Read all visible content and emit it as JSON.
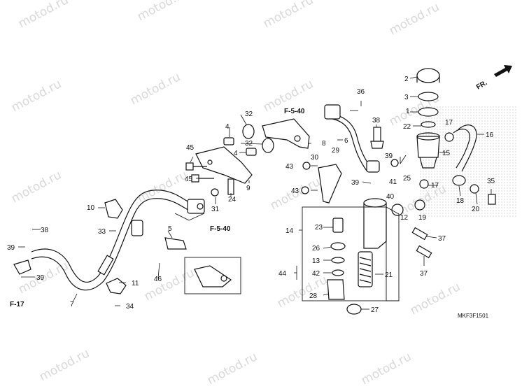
{
  "watermark": "motod.ru",
  "diagram_code": "MKF3F1501",
  "front_marker": "FR.",
  "ref_labels": {
    "f540_top": "F-5-40",
    "f540_mid": "F-5-40",
    "f17": "F-17"
  },
  "callouts": {
    "c1": "1",
    "c2": "2",
    "c3": "3",
    "c4a": "4",
    "c4b": "4",
    "c5": "5",
    "c6": "6",
    "c7": "7",
    "c8": "8",
    "c9": "9",
    "c10": "10",
    "c11": "11",
    "c12": "12",
    "c13": "13",
    "c14": "14",
    "c15": "15",
    "c16": "16",
    "c17a": "17",
    "c17b": "17",
    "c18": "18",
    "c19": "19",
    "c20": "20",
    "c21": "21",
    "c22": "22",
    "c23": "23",
    "c24": "24",
    "c25": "25",
    "c26": "26",
    "c27": "27",
    "c28": "28",
    "c29": "29",
    "c30": "30",
    "c31": "31",
    "c32a": "32",
    "c32b": "32",
    "c33": "33",
    "c34": "34",
    "c35": "35",
    "c36": "36",
    "c37a": "37",
    "c37b": "37",
    "c38a": "38",
    "c38b": "38",
    "c39a": "39",
    "c39b": "39",
    "c39c": "39",
    "c39d": "39",
    "c40": "40",
    "c41": "41",
    "c42": "42",
    "c43a": "43",
    "c43b": "43",
    "c44": "44",
    "c45a": "45",
    "c45b": "45",
    "c46": "46"
  }
}
